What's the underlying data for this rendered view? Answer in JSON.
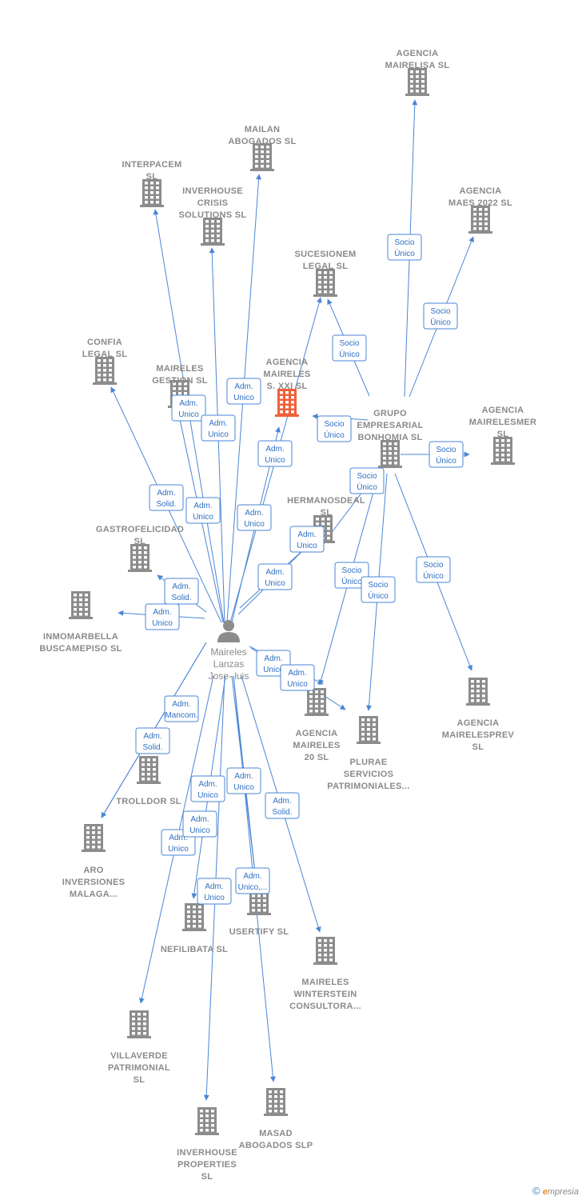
{
  "colors": {
    "edge": "#4a86d4",
    "building": "#8c8c8c",
    "main_building": "#f0603a",
    "person": "#8c8c8c"
  },
  "person": {
    "id": "p",
    "lines": [
      "Maireles",
      "Lanzas",
      "Jose- luis"
    ]
  },
  "nodes": [
    {
      "id": "mairelisa",
      "lines": [
        "AGENCIA",
        "MAIRELISA  SL"
      ]
    },
    {
      "id": "mailan",
      "lines": [
        "MAILAN",
        "ABOGADOS  SL"
      ]
    },
    {
      "id": "interpacem",
      "lines": [
        "INTERPACEM",
        "SL"
      ]
    },
    {
      "id": "inverhouse_crisis",
      "lines": [
        "INVERHOUSE",
        "CRISIS",
        "SOLUTIONS SL"
      ]
    },
    {
      "id": "maes2022",
      "lines": [
        "AGENCIA",
        "MAES 2022  SL"
      ]
    },
    {
      "id": "sucesionem",
      "lines": [
        "SUCESIONEM",
        "LEGAL  SL"
      ]
    },
    {
      "id": "confia",
      "lines": [
        "CONFIA",
        "LEGAL  SL"
      ]
    },
    {
      "id": "maireles_gestion",
      "lines": [
        "MAIRELES",
        "GESTION  SL"
      ]
    },
    {
      "id": "agencia_xxi",
      "lines": [
        "AGENCIA",
        "MAIRELES",
        "S. XXI  SL"
      ],
      "main": true
    },
    {
      "id": "grupo",
      "lines": [
        "GRUPO",
        "EMPRESARIAL",
        "BONHOMIA  SL"
      ]
    },
    {
      "id": "mairelesmer",
      "lines": [
        "AGENCIA",
        "MAIRELESMER",
        "SL"
      ]
    },
    {
      "id": "hermanos",
      "lines": [
        "HERMANOSDEAL",
        "SL"
      ]
    },
    {
      "id": "gastro",
      "lines": [
        "GASTROFELICIDAD",
        "SL"
      ]
    },
    {
      "id": "inmomarbella",
      "lines": [
        "INMOMARBELLA",
        "BUSCAMEPISO SL"
      ]
    },
    {
      "id": "mairelesprev",
      "lines": [
        "AGENCIA",
        "MAIRELESPREV",
        "SL"
      ]
    },
    {
      "id": "agencia20",
      "lines": [
        "AGENCIA",
        "MAIRELES",
        "20  SL"
      ]
    },
    {
      "id": "plurae",
      "lines": [
        "PLURAE",
        "SERVICIOS",
        "PATRIMONIALES..."
      ]
    },
    {
      "id": "trolldor",
      "lines": [
        "TROLLDOR  SL"
      ]
    },
    {
      "id": "aro",
      "lines": [
        "ARO",
        "INVERSIONES",
        "MALAGA..."
      ]
    },
    {
      "id": "nefilibata",
      "lines": [
        "NEFILIBATA  SL"
      ]
    },
    {
      "id": "usertify",
      "lines": [
        "USERTIFY  SL"
      ]
    },
    {
      "id": "winterstein",
      "lines": [
        "MAIRELES",
        "WINTERSTEIN",
        "CONSULTORA..."
      ]
    },
    {
      "id": "villaverde",
      "lines": [
        "VILLAVERDE",
        "PATRIMONIAL",
        "SL"
      ]
    },
    {
      "id": "masad",
      "lines": [
        "MASAD",
        "ABOGADOS SLP"
      ]
    },
    {
      "id": "inverhouse_prop",
      "lines": [
        "INVERHOUSE",
        "PROPERTIES",
        "SL"
      ]
    }
  ],
  "edges": [
    {
      "from": "p",
      "to": "interpacem",
      "lines": [
        "Adm.",
        "Unico"
      ]
    },
    {
      "from": "p",
      "to": "inverhouse_crisis",
      "lines": [
        "Adm.",
        "Unico"
      ]
    },
    {
      "from": "p",
      "to": "mailan",
      "lines": [
        "Adm.",
        "Unico"
      ]
    },
    {
      "from": "p",
      "to": "sucesionem",
      "lines": [
        "Adm.",
        "Unico"
      ]
    },
    {
      "from": "p",
      "to": "agencia_xxi",
      "lines": [
        "Adm.",
        "Unico"
      ]
    },
    {
      "from": "p",
      "to": "confia",
      "lines": [
        "Adm.",
        "Solid."
      ]
    },
    {
      "from": "p",
      "to": "maireles_gestion",
      "lines": [
        "Adm.",
        "Unico"
      ]
    },
    {
      "from": "p",
      "to": "hermanos",
      "lines": [
        "Adm.",
        "Unico"
      ]
    },
    {
      "from": "p",
      "to": "hermanos",
      "lines": [
        "Adm.",
        "Unico"
      ]
    },
    {
      "from": "p",
      "to": "gastro",
      "lines": [
        "Adm.",
        "Solid."
      ]
    },
    {
      "from": "p",
      "to": "inmomarbella",
      "lines": [
        "Adm.",
        "Unico"
      ]
    },
    {
      "from": "p",
      "to": "agencia20",
      "lines": [
        "Adm.",
        "Unico"
      ]
    },
    {
      "from": "p",
      "to": "plurae",
      "lines": [
        "Adm.",
        "Unico"
      ]
    },
    {
      "from": "p",
      "to": "trolldor",
      "lines": [
        "Adm.",
        "Mancom."
      ]
    },
    {
      "from": "p",
      "to": "aro",
      "lines": [
        "Adm.",
        "Solid."
      ]
    },
    {
      "from": "p",
      "to": "nefilibata",
      "lines": [
        "Adm.",
        "Unico"
      ]
    },
    {
      "from": "p",
      "to": "usertify",
      "lines": [
        "Adm.",
        "Unico,..."
      ]
    },
    {
      "from": "p",
      "to": "usertify",
      "lines": [
        "Adm.",
        "Unico"
      ]
    },
    {
      "from": "p",
      "to": "winterstein",
      "lines": [
        "Adm.",
        "Solid."
      ]
    },
    {
      "from": "p",
      "to": "villaverde",
      "lines": [
        "Adm.",
        "Unico"
      ]
    },
    {
      "from": "p",
      "to": "masad",
      "lines": [
        "Adm.",
        "Unico"
      ]
    },
    {
      "from": "p",
      "to": "inverhouse_prop",
      "lines": [
        "Adm.",
        "Unico"
      ]
    },
    {
      "from": "grupo",
      "to": "mairelisa",
      "lines": [
        "Socio",
        "Único"
      ]
    },
    {
      "from": "grupo",
      "to": "maes2022",
      "lines": [
        "Socio",
        "Único"
      ]
    },
    {
      "from": "grupo",
      "to": "sucesionem",
      "lines": [
        "Socio",
        "Único"
      ]
    },
    {
      "from": "grupo",
      "to": "agencia_xxi",
      "lines": [
        "Socio",
        "Único"
      ]
    },
    {
      "from": "grupo",
      "to": "mairelesmer",
      "lines": [
        "Socio",
        "Único"
      ]
    },
    {
      "from": "grupo",
      "to": "hermanos",
      "lines": [
        "Socio",
        "Único"
      ]
    },
    {
      "from": "grupo",
      "to": "agencia20",
      "lines": [
        "Socio",
        "Único"
      ]
    },
    {
      "from": "grupo",
      "to": "plurae",
      "lines": [
        "Socio",
        "Único"
      ]
    },
    {
      "from": "grupo",
      "to": "mairelesprev",
      "lines": [
        "Socio",
        "Único"
      ]
    }
  ],
  "footer": {
    "copyright": "©",
    "brand_initial": "e",
    "brand_rest": "mpresia"
  }
}
